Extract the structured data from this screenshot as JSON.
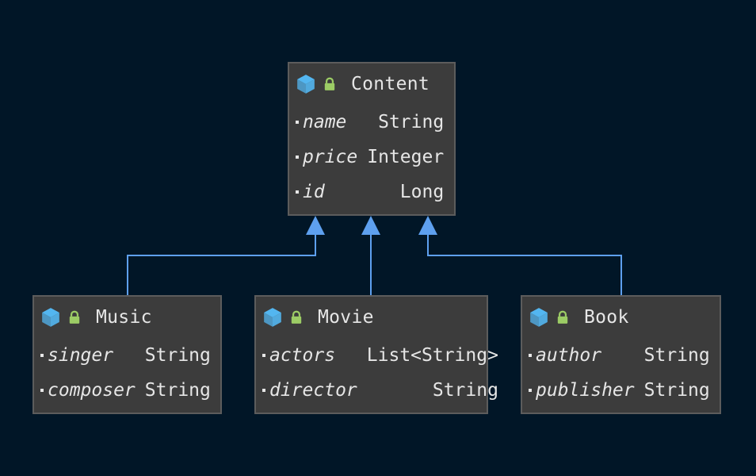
{
  "colors": {
    "background": "#011627",
    "box_fill": "#3c3c3c",
    "box_border": "#5c5c5c",
    "edge": "#5ea0ef",
    "cube_icon": "#53b6f0",
    "lock_icon": "#9ccc65",
    "text": "#e6e6e6"
  },
  "classes": {
    "content": {
      "name": "Content",
      "fields": [
        {
          "name": "name",
          "type": "String"
        },
        {
          "name": "price",
          "type": "Integer"
        },
        {
          "name": "id",
          "type": "Long"
        }
      ]
    },
    "music": {
      "name": "Music",
      "fields": [
        {
          "name": "singer",
          "type": "String"
        },
        {
          "name": "composer",
          "type": "String"
        }
      ]
    },
    "movie": {
      "name": "Movie",
      "fields": [
        {
          "name": "actors",
          "type": "List<String>"
        },
        {
          "name": "director",
          "type": "String"
        }
      ]
    },
    "book": {
      "name": "Book",
      "fields": [
        {
          "name": "author",
          "type": "String"
        },
        {
          "name": "publisher",
          "type": "String"
        }
      ]
    }
  },
  "relations": [
    {
      "from": "music",
      "to": "content",
      "kind": "inheritance"
    },
    {
      "from": "movie",
      "to": "content",
      "kind": "inheritance"
    },
    {
      "from": "book",
      "to": "content",
      "kind": "inheritance"
    }
  ]
}
